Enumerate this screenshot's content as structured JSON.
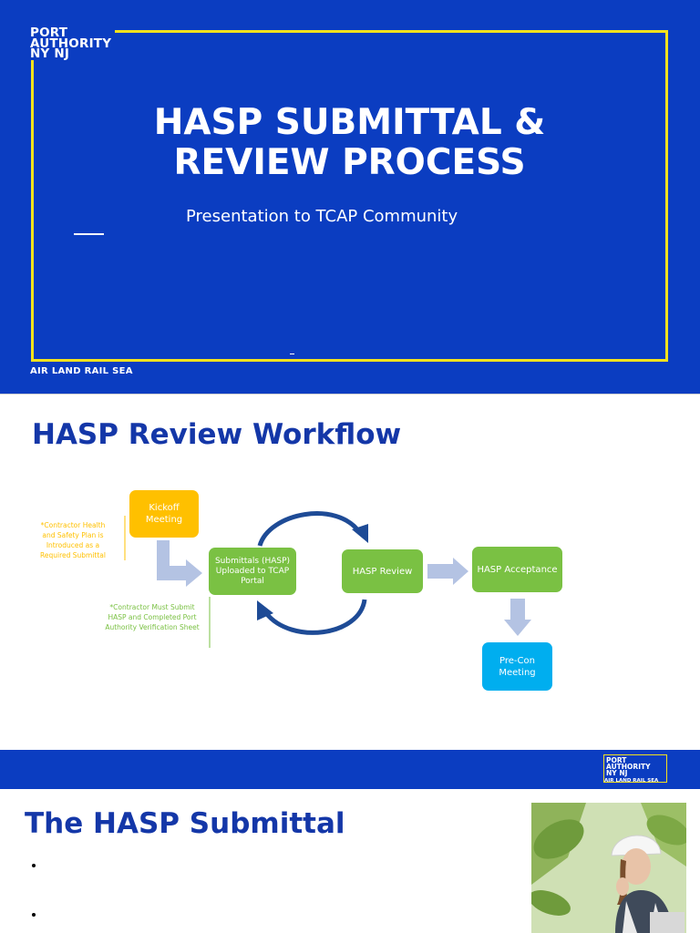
{
  "slide1": {
    "logo_lines": [
      "PORT",
      "AUTHORITY",
      "NY NJ"
    ],
    "title_line1": "HASP SUBMITTAL &",
    "title_line2": "REVIEW PROCESS",
    "subtitle": "Presentation to TCAP Community",
    "tagline": "AIR LAND RAIL SEA",
    "colors": {
      "background": "#0b3dc1",
      "frame": "#f4e21d",
      "text": "#ffffff"
    }
  },
  "slide2": {
    "title": "HASP Review Workflow",
    "boxes": {
      "kickoff": "Kickoff Meeting",
      "submittals": "Submittals (HASP) Uploaded to TCAP Portal",
      "review": "HASP Review",
      "acceptance": "HASP Acceptance",
      "precon": "Pre-Con Meeting"
    },
    "notes": {
      "orange_note": "*Contractor Health and Safety Plan is Introduced as a Required Submittal",
      "green_note": "*Contractor Must Submit HASP and Completed Port Authority Verification Sheet"
    },
    "footer_logo_lines": [
      "PORT",
      "AUTHORITY",
      "NY NJ"
    ],
    "footer_tagline": "AIR LAND RAIL SEA",
    "icons": [
      "right-arrow-icon",
      "down-arrow-icon",
      "cycle-arrow-icon"
    ],
    "colors": {
      "green": "#7ac143",
      "orange": "#ffc000",
      "cyan": "#00aeef",
      "arrow": "#b4c3e3",
      "title": "#1437a8"
    }
  },
  "slide3": {
    "title": "The HASP Submittal",
    "bullets": [
      "",
      ""
    ],
    "photo_icon": "person-photo"
  }
}
